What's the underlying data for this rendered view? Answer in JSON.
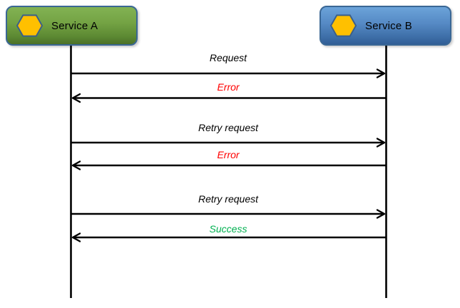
{
  "diagram": {
    "type": "sequence-diagram",
    "actors": [
      {
        "name": "Service A",
        "icon": "hexagon-icon",
        "icon_color": "#ffc000",
        "box_color_top": "#82b253",
        "box_color_bottom": "#4c7128",
        "border_color": "#3a6795"
      },
      {
        "name": "Service B",
        "icon": "hexagon-icon",
        "icon_color": "#ffc000",
        "box_color_top": "#6ba3d9",
        "box_color_bottom": "#315e96",
        "border_color": "#3a6795"
      }
    ],
    "messages": [
      {
        "label": "Request",
        "direction": "right",
        "color": "#000000"
      },
      {
        "label": "Error",
        "direction": "left",
        "color": "#ff0000"
      },
      {
        "label": "Retry request",
        "direction": "right",
        "color": "#000000"
      },
      {
        "label": "Error",
        "direction": "left",
        "color": "#ff0000"
      },
      {
        "label": "Retry request",
        "direction": "right",
        "color": "#000000"
      },
      {
        "label": "Success",
        "direction": "left",
        "color": "#00b050"
      }
    ],
    "arrow_color": "#000000"
  }
}
